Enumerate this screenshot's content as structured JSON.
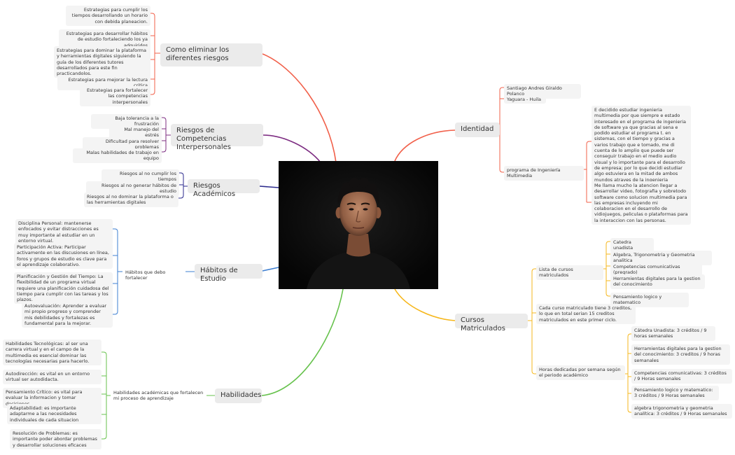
{
  "colors": {
    "red": "#f1604a",
    "purple": "#7d2d82",
    "navy": "#2b2a8c",
    "blue": "#3e7fd1",
    "green": "#67c24d",
    "orange": "#f6b71c",
    "node_bg": "#f4f4f4",
    "main_bg": "#ebebeb"
  },
  "center": {
    "image": "portrait-photo"
  },
  "branches": {
    "eliminar": {
      "title": "Como eliminar los diferentes riesgos",
      "items": [
        "Estrategias para cumplir los tiempos desarrollando un horario con debida planeacion.",
        "Estrategias para desarrollar hábitos de estudio fortaleciendo los ya adquiridos",
        "Estrategias para dominar la plataforma y herramientas digitales siguiendo la guía de los diferentes tutores desarrollados para este fin practicandolos.",
        "Estrategias para mejorar la lectura critica",
        "Estrategias para fortalecer las competencias interpersonales"
      ]
    },
    "competencias": {
      "title": "Riesgos de Competencias Interpersonales",
      "items": [
        "Baja tolerancia a la frustración",
        "Mal manejo del estrés",
        "Dificultad para resolver problemas",
        "Malas habilidades de trabajo en equipo"
      ]
    },
    "academicos": {
      "title": "Riesgos Académicos",
      "items": [
        "Riesgos al no cumplir los tiempos",
        "Riesgos al no generar hábitos de estudio",
        "Riesgos al no dominar la plataforma o las herramientas digitales"
      ]
    },
    "habitos": {
      "title": "Hábitos de Estudio",
      "sub": "Hábitos que debo fortalecer",
      "items": [
        "Disciplina Personal: mantenerse enfocados y evitar distracciones es muy importante al estudiar en un entorno virtual.",
        "Participación Activa: Participar activamente en las discusiones en línea, foros y grupos de estudio es clave para el aprendizaje colaborativo.",
        "Planificación y Gestión del Tiempo: La flexibilidad de un programa virtual requiere una planificación cuidadosa del tiempo para cumplir con las tareas y los plazos.",
        "Autoevaluación: Aprender a evaluar mi propio progreso y comprender mis debilidades y fortalezas es fundamental para la mejorar."
      ]
    },
    "habilidades": {
      "title": "Habilidades",
      "sub": "Habilidades académicas que fortalecen mi proceso de aprendizaje",
      "items": [
        "Habilidades Tecnológicas: al ser una carrera virtual y en el campo de la multimedia es esencial dominar las tecnologías necesarias para hacerlo.",
        "Autodirección: es vital en un entorno virtual ser autodidacta.",
        "Pensamiento Crítico: es vital para evaluar la informacion y tomar decisiones.",
        "Adaptabilidad: es importante adaptarme a las necesidades individuales de cada situacion",
        "Resolución de Problemas: es  importante poder abordar problemas y desarrollar soluciones eficaces"
      ]
    },
    "identidad": {
      "title": "Identidad",
      "name": "Santiago Andres Giraldo Polanco",
      "place": "Yaguara - Huila",
      "program": "programa de Ingeniería Multimedia",
      "program_items": [
        "E decidido estudiar ingenieria multimedia por que siempre e estado interesado en el programa de ingenieria de software ya que gracias al sena e podido estudiar el programa t. en sistemas, con el tiempo y gracias a varios trabajo que e tomado, me di cuenta de lo amplio que puede ser conseguir trabajo en el medio audio visual y lo importante para el desarrollo de empresa; por lo que decidi estudiar algo estuviera en la mitad de ambos mundos atraves de la ingenieria multimedia.",
        "Me llama mucho la atencion llegar a desarrollar video, fotografia y sobretodo software como solucion multimedia para las empresas incluyendo mi colaboracion en el desarrollo de vidiojuegos, peliculas o plataformas para la interaccion con las personas."
      ]
    },
    "cursos": {
      "title": "Cursos Matriculados",
      "list_label": "Lista de cursos matriculados",
      "list": [
        "Catedra unadista",
        "Algebra, Trigonometria y Geometria analitica",
        "Competencias comunicativas (pregrado)",
        "Herramientas digitales para la gestion del conocimiento",
        "Pensamiento logico y matematico"
      ],
      "credits": "Cada curso matriculado tiene 3 creditos, lo que en total serian 15 creditos matriculados en este primer ciclo.",
      "hours_label": "Horas dedicadas por semana según el periodo académico",
      "hours": [
        "Cátedra Unadista: 3 créditos / 9 horas semanales",
        "Herramientas digitales para la gestion del conocimiento: 3 creditos  / 9 horas semanales",
        "Competencias comunicativas: 3 créditos / 9 Horas semanales",
        "Pensamiento logico y matematico: 3 créditos / 9 Horas semanales",
        "algebra trigonometria y geometria analítica: 3 créditos / 9 Horas semanales"
      ]
    }
  }
}
